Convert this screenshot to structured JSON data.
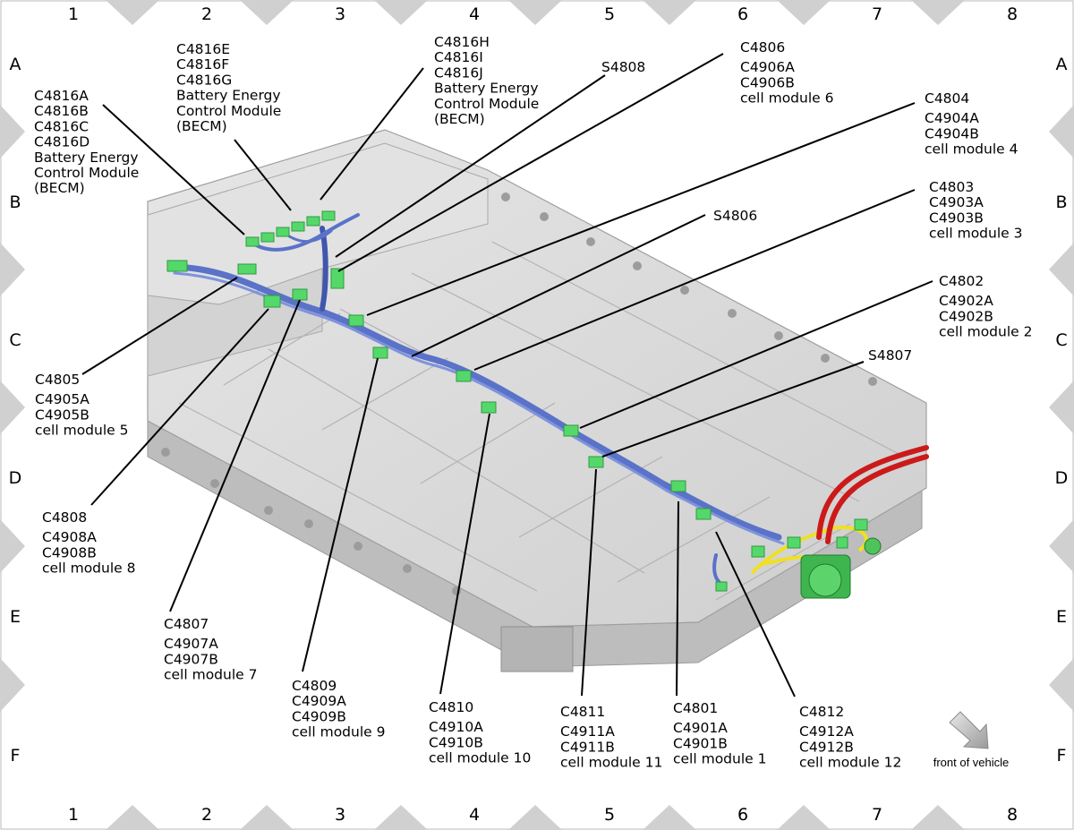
{
  "border": {
    "columns": [
      "1",
      "2",
      "3",
      "4",
      "5",
      "6",
      "7",
      "8"
    ],
    "rows": [
      "A",
      "B",
      "C",
      "D",
      "E",
      "F"
    ]
  },
  "callouts": [
    {
      "id": "c4816abcd",
      "lines": [
        "C4816A",
        "C4816B",
        "C4816C",
        "C4816D",
        "Battery Energy",
        "Control Module",
        "(BECM)"
      ]
    },
    {
      "id": "c4816efg",
      "lines": [
        "C4816E",
        "C4816F",
        "C4816G",
        "Battery Energy",
        "Control Module",
        "(BECM)"
      ]
    },
    {
      "id": "c4816hij",
      "lines": [
        "C4816H",
        "C4816I",
        "C4816J",
        "Battery Energy",
        "Control Module",
        "(BECM)"
      ]
    },
    {
      "id": "s4808",
      "lines": [
        "S4808"
      ]
    },
    {
      "id": "c4806",
      "lines": [
        "C4806",
        "C4906A",
        "C4906B",
        "cell module 6"
      ]
    },
    {
      "id": "c4804",
      "lines": [
        "C4804",
        "C4904A",
        "C4904B",
        "cell module 4"
      ]
    },
    {
      "id": "c4803",
      "lines": [
        "C4803",
        "C4903A",
        "C4903B",
        "cell module 3"
      ]
    },
    {
      "id": "s4806",
      "lines": [
        "S4806"
      ]
    },
    {
      "id": "c4802",
      "lines": [
        "C4802",
        "C4902A",
        "C4902B",
        "cell module 2"
      ]
    },
    {
      "id": "s4807",
      "lines": [
        "S4807"
      ]
    },
    {
      "id": "c4805",
      "lines": [
        "C4805",
        "C4905A",
        "C4905B",
        "cell module 5"
      ]
    },
    {
      "id": "c4808",
      "lines": [
        "C4808",
        "C4908A",
        "C4908B",
        "cell module 8"
      ]
    },
    {
      "id": "c4807",
      "lines": [
        "C4807",
        "C4907A",
        "C4907B",
        "cell module 7"
      ]
    },
    {
      "id": "c4809",
      "lines": [
        "C4809",
        "C4909A",
        "C4909B",
        "cell module 9"
      ]
    },
    {
      "id": "c4810",
      "lines": [
        "C4810",
        "C4910A",
        "C4910B",
        "cell module 10"
      ]
    },
    {
      "id": "c4811",
      "lines": [
        "C4811",
        "C4911A",
        "C4911B",
        "cell module 11"
      ]
    },
    {
      "id": "c4801",
      "lines": [
        "C4801",
        "C4901A",
        "C4901B",
        "cell module 1"
      ]
    },
    {
      "id": "c4812",
      "lines": [
        "C4812",
        "C4912A",
        "C4912B",
        "cell module 12"
      ]
    }
  ],
  "front_label": "front of vehicle",
  "colors": {
    "harness": "#5a72c8",
    "connector": "#55d86a",
    "hv_cable": "#cc1a1a",
    "signal_wire": "#f0e020",
    "pack": "#d9d9d9",
    "border_triangle": "#d0d0d0"
  }
}
